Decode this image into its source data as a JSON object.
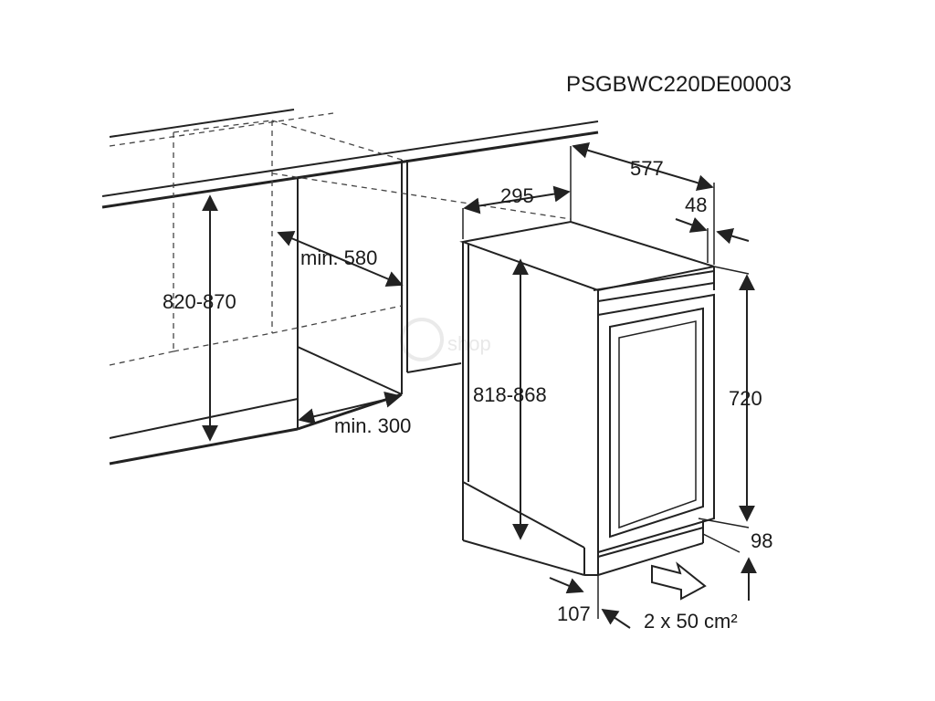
{
  "diagram": {
    "model_code": "PSGBWC220DE00003",
    "watermark": "shop",
    "dimensions": {
      "niche_height": "820-870",
      "niche_depth": "min. 580",
      "niche_width": "min. 300",
      "appliance_width": "295",
      "appliance_depth": "577",
      "door_offset": "48",
      "appliance_height": "818-868",
      "cabinet_height": "720",
      "plinth_height": "98",
      "plinth_depth": "107",
      "ventilation": "2 x 50 cm²"
    }
  }
}
